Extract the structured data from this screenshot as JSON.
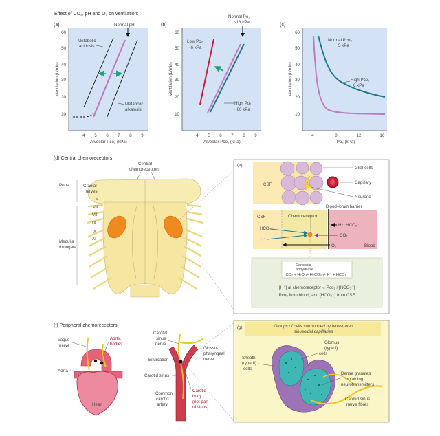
{
  "title": "Effect of CO₂, pH and O₂ on ventilation:",
  "colors": {
    "panel_bg": "#d3e3f5",
    "magenta": "#c27ac0",
    "teal": "#1e7a8c",
    "red": "#c81e34",
    "green": "#1fa37a",
    "yellow": "#f4e8a6",
    "pink_box": "#eeb4bd",
    "orange": "#f08a1e",
    "gray_box": "#e9f1de"
  },
  "charts": {
    "a": {
      "letter": "(a)",
      "ylabel": "Ventilation (L/min)",
      "xlabel": "Alveolar Pco₂ (kPa)",
      "xticks": [
        "4",
        "5",
        "6",
        "7",
        "8",
        "9"
      ],
      "yticks": [
        "10",
        "20",
        "30",
        "40",
        "50",
        "60"
      ],
      "labels": {
        "normal": "Normal pH",
        "acidosis_1": "Metabolic",
        "acidosis_2": "acidosis",
        "alkalosis_1": "Metabolic",
        "alkalosis_2": "alkalosis"
      }
    },
    "b": {
      "letter": "(b)",
      "ylabel": "Ventilation (L/min)",
      "xlabel": "Alveolar Pco₂ (kPa)",
      "xticks": [
        "4",
        "5",
        "6",
        "7",
        "8",
        "9"
      ],
      "yticks": [
        "10",
        "20",
        "30",
        "40",
        "50",
        "60"
      ],
      "labels": {
        "normal_1": "Normal Po₂",
        "normal_2": "~13 kPa",
        "low_1": "Low Po₂",
        "low_2": "~6 kPa",
        "high_1": "High Po₂",
        "high_2": "~60 kPa"
      }
    },
    "c": {
      "letter": "(c)",
      "ylabel": "Ventilation (L/min)",
      "xlabel": "Po₂ (kPa)",
      "xticks": [
        "4",
        "8",
        "12",
        "16"
      ],
      "yticks": [
        "10",
        "20",
        "30",
        "40",
        "50",
        "60"
      ],
      "labels": {
        "normal_1": "Normal Pco₂",
        "normal_2": "5 kPa",
        "high_1": "High Pco₂",
        "high_2": "6 kPa"
      }
    }
  },
  "central": {
    "heading": "(d) Central chemoreceptors",
    "chemo_1": "Central",
    "chemo_2": "chemoreceptors",
    "pons": "Pons",
    "cranial_1": "Cranial",
    "cranial_2": "nerves",
    "nerves": [
      "V",
      "VII",
      "VIII",
      "IX",
      "X",
      "XI"
    ],
    "medulla_1": "Medulla",
    "medulla_2": "oblongata"
  },
  "panel_e": {
    "letter": "(e)",
    "csf": "CSF",
    "glial": "Glial cells",
    "capillary": "Capillary",
    "neurone": "Neurone",
    "bbb": "Blood–brain barrier",
    "csf2": "CSF",
    "chemoreceptor": "Chemoreceptor",
    "hco3": "HCO₃⁻",
    "hplus": "H⁺",
    "hplus_hco3": "H⁺, HCO₃⁻",
    "co2": "CO₂",
    "o2": "O₂",
    "blood": "Blood",
    "ca_1": "Carbonic",
    "ca_2": "anhydrase",
    "equation": "CO₂ + H₂O ⇌ H₂CO₃ ⇌ H⁺ + HCO₃⁻",
    "note_1": "[H⁺] at chemoreceptor ∝ Pco₂ / [HCO₃⁻]",
    "note_2": "Pco₂ from blood, and [HCO₃⁻] from CSF"
  },
  "peripheral": {
    "heading": "(f) Peripheral chemoreceptors",
    "vagus_1": "Vagus",
    "vagus_2": "nerve",
    "aortic_1": "Aortic",
    "aortic_2": "bodies",
    "aorta": "Aorta",
    "heart": "Heart",
    "cs_nerve_1": "Carotid",
    "cs_nerve_2": "sinus",
    "cs_nerve_3": "nerve",
    "bifurcation": "Bifurcation",
    "carotid_sinus": "Carotid sinus",
    "glosso_1": "Glosso-",
    "glosso_2": "pharyngeal",
    "glosso_3": "nerve",
    "common_1": "Common",
    "common_2": "carotid",
    "common_3": "artery",
    "cb_1": "Carotid",
    "cb_2": "body",
    "cb_3": "(not part",
    "cb_4": "of sinus)"
  },
  "panel_g": {
    "letter": "(g)",
    "banner_1": "Groups of cells surrounded by fenestrated",
    "banner_2": "sinusoidal capillaries",
    "glomus_1": "Glomus",
    "glomus_2": "(type I)",
    "glomus_3": "cells",
    "sheath_1": "Sheath",
    "sheath_2": "(type II)",
    "sheath_3": "cells",
    "dense_1": "Dense granules",
    "dense_2": "containing",
    "dense_3": "neurotransmitters",
    "csnf_1": "Carotid sinus",
    "csnf_2": "nerve fibres"
  }
}
